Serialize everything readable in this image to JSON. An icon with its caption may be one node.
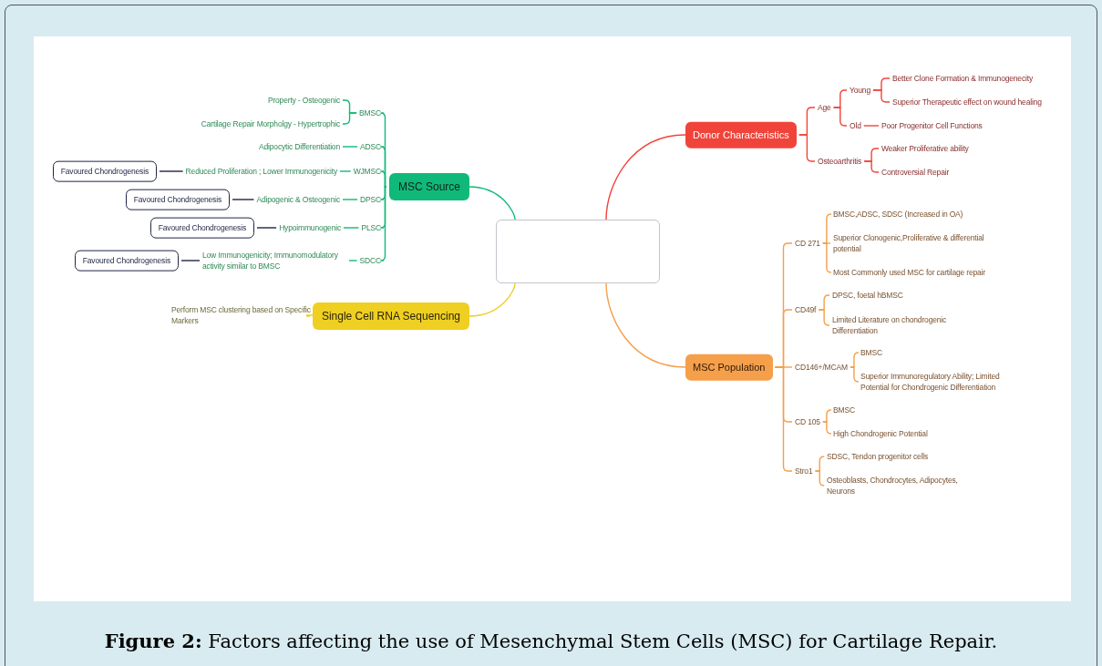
{
  "diagram": {
    "caption": "**Figure 2:** Factors affecting the use of Mesenchymal Stem Cells (MSC) for Cartilage Repair.",
    "nodes": [
      {
        "text": [],
        "shape": "box"
      },
      {
        "text": [
          "MSC Source"
        ]
      },
      {
        "text": [
          "BMSC"
        ]
      },
      {
        "text": [
          "Property - Osteogenic"
        ]
      },
      {
        "text": [
          "Cartilage Repair Morpholgy - Hypertrophic"
        ]
      },
      {
        "text": [
          "ADSC"
        ]
      },
      {
        "text": [
          "Adipocytic Differentiation"
        ]
      },
      {
        "text": [
          "WJMSC"
        ]
      },
      {
        "text": [
          "Reduced Proliferation ; Lower Immunogenicity"
        ]
      },
      {
        "text": [
          "Favoured Chondrogenesis"
        ]
      },
      {
        "text": [
          "DPSC"
        ]
      },
      {
        "text": [
          "Adipogenic & Osteogenic"
        ]
      },
      {
        "text": [
          "Favoured Chondrogenesis"
        ]
      },
      {
        "text": [
          "PLSC"
        ]
      },
      {
        "text": [
          "Hypoimmunogenic"
        ]
      },
      {
        "text": [
          "Favoured Chondrogenesis"
        ]
      },
      {
        "text": [
          "SDCC"
        ]
      },
      {
        "text": [
          "Low Immunogenicity;  Immunomodulatory activity similar to BMSC"
        ]
      },
      {
        "text": [
          "Favoured Chondrogenesis"
        ]
      },
      {
        "text": [
          "Single Cell RNA Sequencing"
        ]
      },
      {
        "text": [
          "Perform MSC clustering based on Specific Markers"
        ]
      },
      {
        "text": [
          "Donor Characteristics"
        ]
      },
      {
        "text": [
          "Age"
        ]
      },
      {
        "text": [
          "Young"
        ]
      },
      {
        "text": [
          "Better Clone Formation & Immunogenecity"
        ]
      },
      {
        "text": [
          "Superior Therapeutic effect on wound healing"
        ]
      },
      {
        "text": [
          "Old"
        ]
      },
      {
        "text": [
          "Poor Progenitor Cell Functions"
        ]
      },
      {
        "text": [
          "Osteoarthritis"
        ]
      },
      {
        "text": [
          "Weaker Proliferative ability"
        ]
      },
      {
        "text": [
          "Controversial Repair"
        ]
      },
      {
        "text": [
          "MSC Population"
        ]
      },
      {
        "text": [
          "CD 271"
        ]
      },
      {
        "text": [
          "BMSC,ADSC, SDSC (Increased in OA)"
        ]
      },
      {
        "text": [
          "Superior Clonogenic,Proliferative & differential potential"
        ]
      },
      {
        "text": [
          "Most Commonly used MSC for cartilage repair"
        ]
      },
      {
        "text": [
          "CD49f"
        ]
      },
      {
        "text": [
          "DPSC, foetal hBMSC"
        ]
      },
      {
        "text": [
          "Limited Literature on chondrogenic Differentiation"
        ]
      },
      {
        "text": [
          "CD146+/MCAM"
        ]
      },
      {
        "text": [
          "BMSC"
        ]
      },
      {
        "text": [
          "Superior Immunoregulatory Ability; Limited Potential for Chondrogenic Differentiation"
        ]
      },
      {
        "text": [
          "CD 105"
        ]
      },
      {
        "text": [
          "BMSC"
        ]
      },
      {
        "text": [
          "High Chondrogenic Potential"
        ]
      },
      {
        "text": [
          "Stro1"
        ]
      },
      {
        "text": [
          "SDSC, Tendon progenitor cells"
        ]
      },
      {
        "text": [
          "Osteoblasts, Chondrocytes, Adipocytes, Neurons"
        ]
      }
    ],
    "edges": [
      {
        "from": 0,
        "to": 1,
        "arrow": "none",
        "color": "#10b97a"
      },
      {
        "from": 0,
        "to": 19,
        "arrow": "none",
        "color": "#efcf22"
      },
      {
        "from": 0,
        "to": 21,
        "arrow": "none",
        "color": "#f0443a"
      },
      {
        "from": 0,
        "to": 31,
        "arrow": "none"
      },
      {
        "from": 1,
        "to": 2,
        "arrow": "none",
        "color": "#10b97a"
      },
      {
        "from": 1,
        "to": 5,
        "arrow": "none",
        "color": "#10b97a"
      },
      {
        "from": 1,
        "to": 7,
        "arrow": "none",
        "color": "#10b97a"
      },
      {
        "from": 1,
        "to": 10,
        "arrow": "none",
        "color": "#10b97a"
      },
      {
        "from": 1,
        "to": 13,
        "arrow": "none",
        "color": "#10b97a"
      },
      {
        "from": 1,
        "to": 16,
        "arrow": "none",
        "color": "#10b97a"
      },
      {
        "from": 2,
        "to": 3,
        "arrow": "none",
        "color": "#10b97a"
      },
      {
        "from": 2,
        "to": 4,
        "arrow": "none",
        "color": "#10b97a"
      },
      {
        "from": 5,
        "to": 6,
        "arrow": "none",
        "color": "#10b97a"
      },
      {
        "from": 7,
        "to": 8,
        "arrow": "none",
        "color": "#10b97a"
      },
      {
        "from": 8,
        "to": 9,
        "arrow": "none",
        "color": "#1f2544"
      },
      {
        "from": 10,
        "to": 11,
        "arrow": "none",
        "color": "#10b97a"
      },
      {
        "from": 11,
        "to": 12,
        "arrow": "none",
        "color": "#1f2544"
      },
      {
        "from": 13,
        "to": 14,
        "arrow": "none",
        "color": "#10b97a"
      },
      {
        "from": 14,
        "to": 15,
        "arrow": "none",
        "color": "#1f2544"
      },
      {
        "from": 16,
        "to": 17,
        "arrow": "none",
        "color": "#10b97a"
      },
      {
        "from": 17,
        "to": 18,
        "arrow": "none",
        "color": "#1f2544"
      },
      {
        "from": 19,
        "to": 20,
        "arrow": "none",
        "color": "#efcf22"
      },
      {
        "from": 21,
        "to": 22,
        "arrow": "none",
        "color": "#f0443a"
      },
      {
        "from": 21,
        "to": 28,
        "arrow": "none",
        "color": "#f0443a"
      },
      {
        "from": 22,
        "to": 23,
        "arrow": "none",
        "color": "#f0443a"
      },
      {
        "from": 22,
        "to": 26,
        "arrow": "none",
        "color": "#f0443a"
      },
      {
        "from": 23,
        "to": 24,
        "arrow": "none",
        "color": "#f0443a"
      },
      {
        "from": 23,
        "to": 25,
        "arrow": "none",
        "color": "#f0443a"
      },
      {
        "from": 26,
        "to": 27,
        "arrow": "none",
        "color": "#f0443a"
      },
      {
        "from": 28,
        "to": 29,
        "arrow": "none",
        "color": "#f0443a"
      },
      {
        "from": 28,
        "to": 30,
        "arrow": "none",
        "color": "#f0443a"
      },
      {
        "from": 31,
        "to": 32,
        "arrow": "none"
      },
      {
        "from": 31,
        "to": 36,
        "arrow": "none"
      },
      {
        "from": 31,
        "to": 39,
        "arrow": "none"
      },
      {
        "from": 31,
        "to": 42,
        "arrow": "none"
      },
      {
        "from": 31,
        "to": 45,
        "arrow": "none"
      },
      {
        "from": 32,
        "to": 33,
        "arrow": "none"
      },
      {
        "from": 32,
        "to": 34,
        "arrow": "none"
      },
      {
        "from": 32,
        "to": 35,
        "arrow": "none"
      },
      {
        "from": 36,
        "to": 37,
        "arrow": "none"
      },
      {
        "from": 36,
        "to": 38,
        "arrow": "none"
      },
      {
        "from": 39,
        "to": 40,
        "arrow": "none"
      },
      {
        "from": 39,
        "to": 41,
        "arrow": "none"
      },
      {
        "from": 42,
        "to": 43,
        "arrow": "none"
      },
      {
        "from": 42,
        "to": 44,
        "arrow": "none"
      },
      {
        "from": 45,
        "to": 46,
        "arrow": "none"
      },
      {
        "from": 45,
        "to": 47,
        "arrow": "none"
      }
    ]
  }
}
